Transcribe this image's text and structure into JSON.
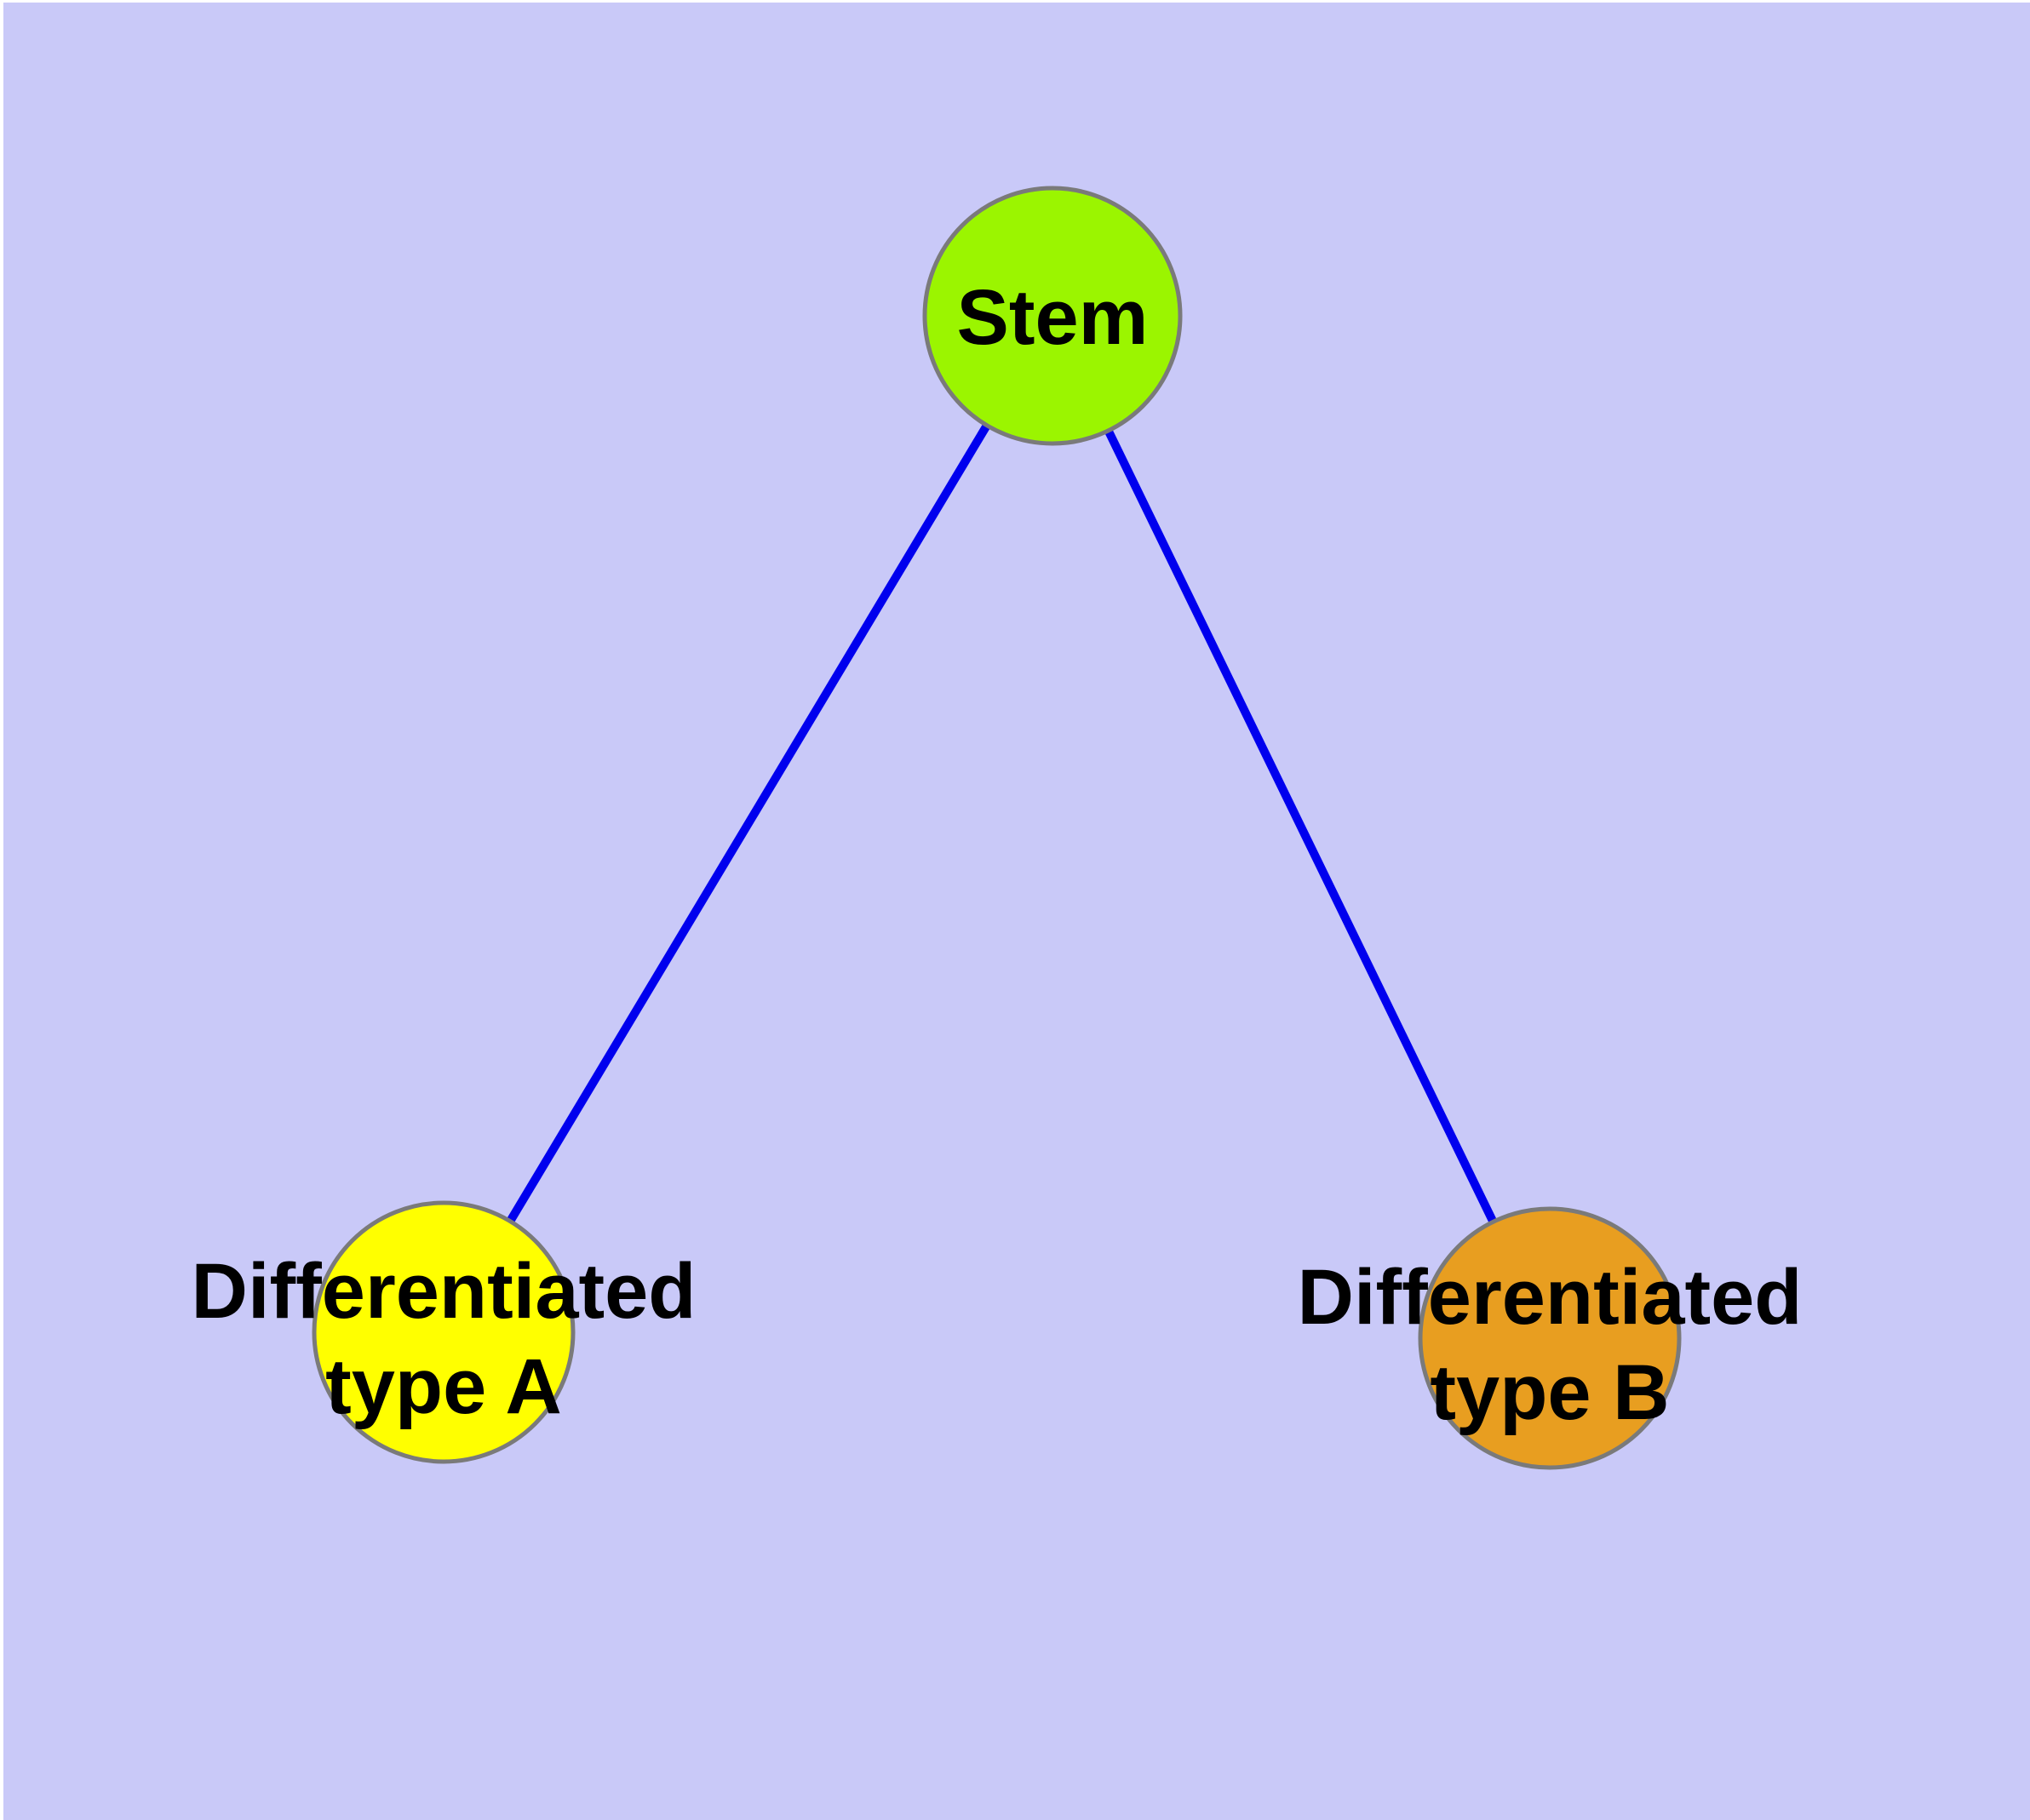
{
  "diagram": {
    "colors": {
      "background": "#C9C9F8",
      "node_border": "#7A7A7A",
      "edge": "#0000EE",
      "label_text": "#000000"
    },
    "nodes": {
      "stem": {
        "label": "Stem",
        "fill": "#9BF500"
      },
      "type_a": {
        "label_line1": "Differentiated",
        "label_line2": "type A",
        "fill": "#FFFF00"
      },
      "type_b": {
        "label_line1": "Differentiated",
        "label_line2": "type B",
        "fill": "#E89E20"
      }
    },
    "edges": [
      {
        "from": "Stem",
        "to": "Differentiated type A",
        "color": "#0000EE"
      },
      {
        "from": "Stem",
        "to": "Differentiated type B",
        "color": "#0000EE"
      }
    ]
  }
}
